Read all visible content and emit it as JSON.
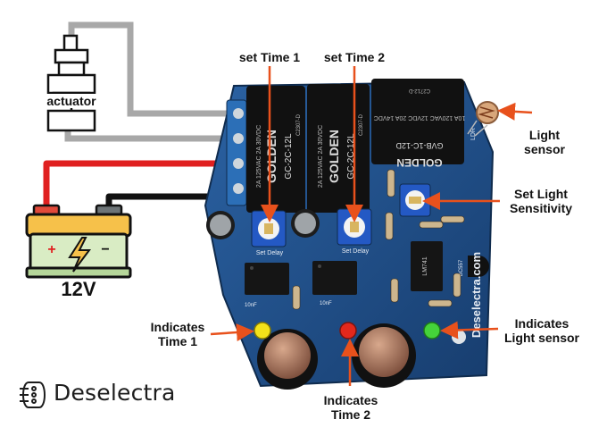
{
  "labels": {
    "set_time_1": "set Time 1",
    "set_time_2": "set Time 2",
    "actuator": "actuator",
    "light_sensor_line1": "Light",
    "light_sensor_line2": "sensor",
    "set_light_line1": "Set Light",
    "set_light_line2": "Sensitivity",
    "ind_time1_line1": "Indicates",
    "ind_time1_line2": "Time 1",
    "ind_time2_line1": "Indicates",
    "ind_time2_line2": "Time 2",
    "ind_light_line1": "Indicates",
    "ind_light_line2": "Light sensor",
    "battery_voltage": "12V"
  },
  "board": {
    "relay1_brand": "GOLDEN",
    "relay1_model": "GC-2C-12L",
    "relay1_spec": "2A 125VAC 2A 30VDC",
    "relay1_code": "C2307-D",
    "relay2_brand": "GOLDEN",
    "relay2_model": "GC-2C-12L",
    "relay2_spec": "2A 125VAC 2A 30VDC",
    "relay2_code": "C2307-D",
    "relay3_brand": "GOLDEN",
    "relay3_model": "GVB-1C-12D",
    "relay3_spec": "10A 120VAC 12VDC 20A 14VDC",
    "relay3_code": "C2712-D",
    "silk_set_delay_1": "Set Delay",
    "silk_set_delay_2": "Set Delay",
    "silk_ldr": "LDR",
    "silk_site": "Deselectra.com",
    "silk_bc557": "BC557",
    "silk_cap1": "10nF",
    "silk_cap2": "10nF",
    "ic_label": "LM741"
  },
  "brand": {
    "name": "Deselectra"
  },
  "colors": {
    "pcb": "#1f4f8a",
    "arrow": "#e8511c",
    "wire_red": "#e02020",
    "wire_black": "#111111",
    "wire_gray": "#a8a8a8",
    "battery_body": "#d9ecc4",
    "battery_top": "#f6c14a",
    "led_yellow": "#f3e21a",
    "led_red": "#e3281c",
    "led_green": "#45d33a"
  }
}
